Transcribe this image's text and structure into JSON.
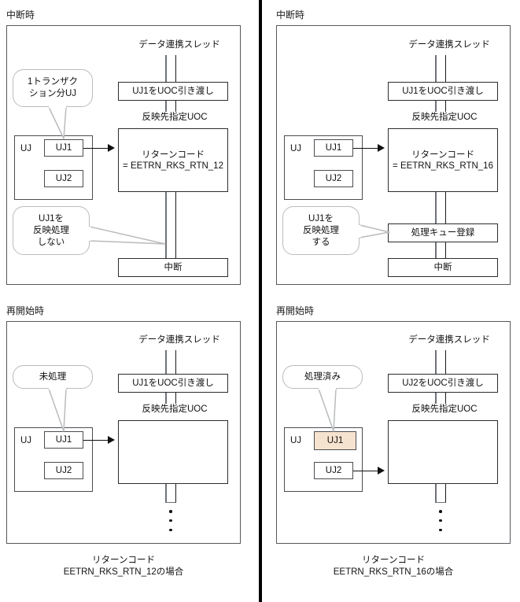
{
  "meta": {
    "divider_color": "#000000",
    "shade_color": "#f6e3cf",
    "line_color": "#4a4d51",
    "callout_border_color": "#b9bbbd"
  },
  "panels": {
    "top_left": {
      "title": "中断時",
      "thread_label": "データ連携スレッド",
      "handoff_box": "UJ1をUOC引き渡し",
      "uoc_label": "反映先指定UOC",
      "uoc_box": "リターンコード\n= EETRN_RKS_RTN_12",
      "terminal_box": "中断",
      "uj_group_label": "UJ",
      "uj_items": [
        {
          "label": "UJ1",
          "shaded": false
        },
        {
          "label": "UJ2",
          "shaded": false
        }
      ],
      "callout_top": "1トランザク\nション分UJ",
      "callout_bottom": "UJ1を\n反映処理\nしない"
    },
    "top_right": {
      "title": "中断時",
      "thread_label": "データ連携スレッド",
      "handoff_box": "UJ1をUOC引き渡し",
      "uoc_label": "反映先指定UOC",
      "uoc_box": "リターンコード\n= EETRN_RKS_RTN_16",
      "queue_box": "処理キュー登録",
      "terminal_box": "中断",
      "uj_group_label": "UJ",
      "uj_items": [
        {
          "label": "UJ1",
          "shaded": false
        },
        {
          "label": "UJ2",
          "shaded": false
        }
      ],
      "callout_bottom": "UJ1を\n反映処理\nする"
    },
    "bottom_left": {
      "title": "再開始時",
      "thread_label": "データ連携スレッド",
      "handoff_box": "UJ1をUOC引き渡し",
      "uoc_label": "反映先指定UOC",
      "uoc_box": "",
      "uj_group_label": "UJ",
      "uj_items": [
        {
          "label": "UJ1",
          "shaded": false
        },
        {
          "label": "UJ2",
          "shaded": false
        }
      ],
      "callout_top": "未処理",
      "caption": "リターンコード\nEETRN_RKS_RTN_12の場合"
    },
    "bottom_right": {
      "title": "再開始時",
      "thread_label": "データ連携スレッド",
      "handoff_box": "UJ2をUOC引き渡し",
      "uoc_label": "反映先指定UOC",
      "uoc_box": "",
      "uj_group_label": "UJ",
      "uj_items": [
        {
          "label": "UJ1",
          "shaded": true
        },
        {
          "label": "UJ2",
          "shaded": false
        }
      ],
      "callout_top": "処理済み",
      "caption": "リターンコード\nEETRN_RKS_RTN_16の場合"
    }
  }
}
